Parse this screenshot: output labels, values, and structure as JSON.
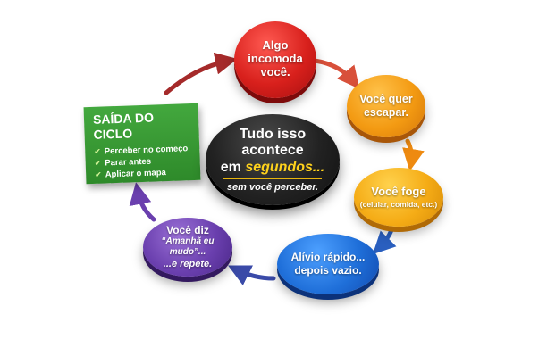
{
  "steps": {
    "red": {
      "lines": [
        "Algo",
        "incomoda",
        "você."
      ],
      "color": "#d8201c"
    },
    "orange": {
      "lines": [
        "Você quer",
        "escapar."
      ],
      "color": "#f39a12"
    },
    "yellow": {
      "title": "Você foge",
      "detail": "(celular, comida, etc.)",
      "color": "#f5ac16"
    },
    "blue": {
      "lines": [
        "Alívio rápido...",
        "depois vazio."
      ],
      "color": "#1f6fd9"
    },
    "purple": {
      "title": "Você diz",
      "quote": "“Amanhã eu mudo”...",
      "tail": "...e repete.",
      "color": "#6a3fae"
    }
  },
  "center": {
    "line1": "Tudo isso",
    "line2": "acontece",
    "line3_prefix": "em ",
    "line3_highlight": "segundos...",
    "line4": "sem você perceber.",
    "highlight_color": "#ffd21c"
  },
  "exit": {
    "title": "SAÍDA DO CICLO",
    "check_icon": "check-icon",
    "items": [
      "Perceber no começo",
      "Parar antes",
      "Aplicar o mapa"
    ],
    "color": "#2e8a2a"
  },
  "arrow_colors": {
    "red_to_orange": "#d8503a",
    "orange_to_yellow": "#ee8a10",
    "yellow_to_blue": "#2a5fbf",
    "blue_to_purple": "#3a4aa8",
    "purple_to_exit": "#6a3fae",
    "exit_to_red": "#a52a2a"
  }
}
